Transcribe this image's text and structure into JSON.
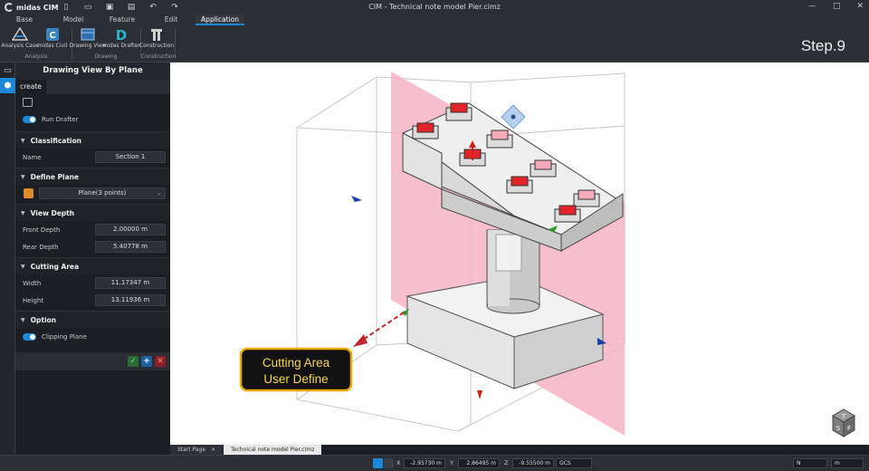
{
  "app": {
    "logo_text": "midas CIM",
    "window_title": "CIM - Technical note model Pier.cimz"
  },
  "menu": {
    "tabs": [
      "Base",
      "Model",
      "Feature",
      "Edit",
      "Application"
    ],
    "active": "Application"
  },
  "ribbon": {
    "buttons": [
      {
        "label": "Analysis Case",
        "icon": "analysis-case-icon"
      },
      {
        "label": "midas Civil",
        "icon": "midas-civil-icon"
      },
      {
        "label": "Drawing View",
        "icon": "drawing-view-icon"
      },
      {
        "label": "midas Drafter",
        "icon": "midas-drafter-icon"
      },
      {
        "label": "Construction",
        "icon": "construction-icon"
      }
    ],
    "groups": [
      "Analysis",
      "Drawing",
      "Construction"
    ]
  },
  "step_label": "Step.9",
  "panel": {
    "title": "Drawing View By Plane",
    "tab": "create",
    "run_drafter_label": "Run Drafter",
    "classification": {
      "header": "Classification",
      "name_label": "Name",
      "name_value": "Section 1"
    },
    "define_plane": {
      "header": "Define Plane",
      "plane_value": "Plane(3 points)"
    },
    "view_depth": {
      "header": "View Depth",
      "front_label": "Front Depth",
      "front_value": "2.00000 m",
      "rear_label": "Rear Depth",
      "rear_value": "5.40778 m"
    },
    "cutting_area": {
      "header": "Cutting Area",
      "width_label": "Width",
      "width_value": "11.17347 m",
      "height_label": "Height",
      "height_value": "13.11936 m"
    },
    "option": {
      "header": "Option",
      "clipping_label": "Clipping Plane"
    }
  },
  "callout": {
    "line1": "Cutting Area",
    "line2": "User Define"
  },
  "view_cube": {
    "top": "T",
    "left": "S",
    "right": "F"
  },
  "doc_tabs": [
    {
      "label": "Start Page",
      "close": "×"
    },
    {
      "label": "Technical note model Pier.cimz",
      "close": ""
    }
  ],
  "status": {
    "x_label": "X",
    "x_value": "-2.95730 m",
    "y_label": "Y",
    "y_value": "2.86495 m",
    "z_label": "Z",
    "z_value": "-9.55500 m",
    "coord_system": "GCS",
    "direction": "N",
    "unit": "m"
  },
  "colors": {
    "accent": "#1e88d8",
    "callout_border": "#f0a800",
    "plane": "#f6b4c4",
    "bearing": "#e2232a"
  }
}
